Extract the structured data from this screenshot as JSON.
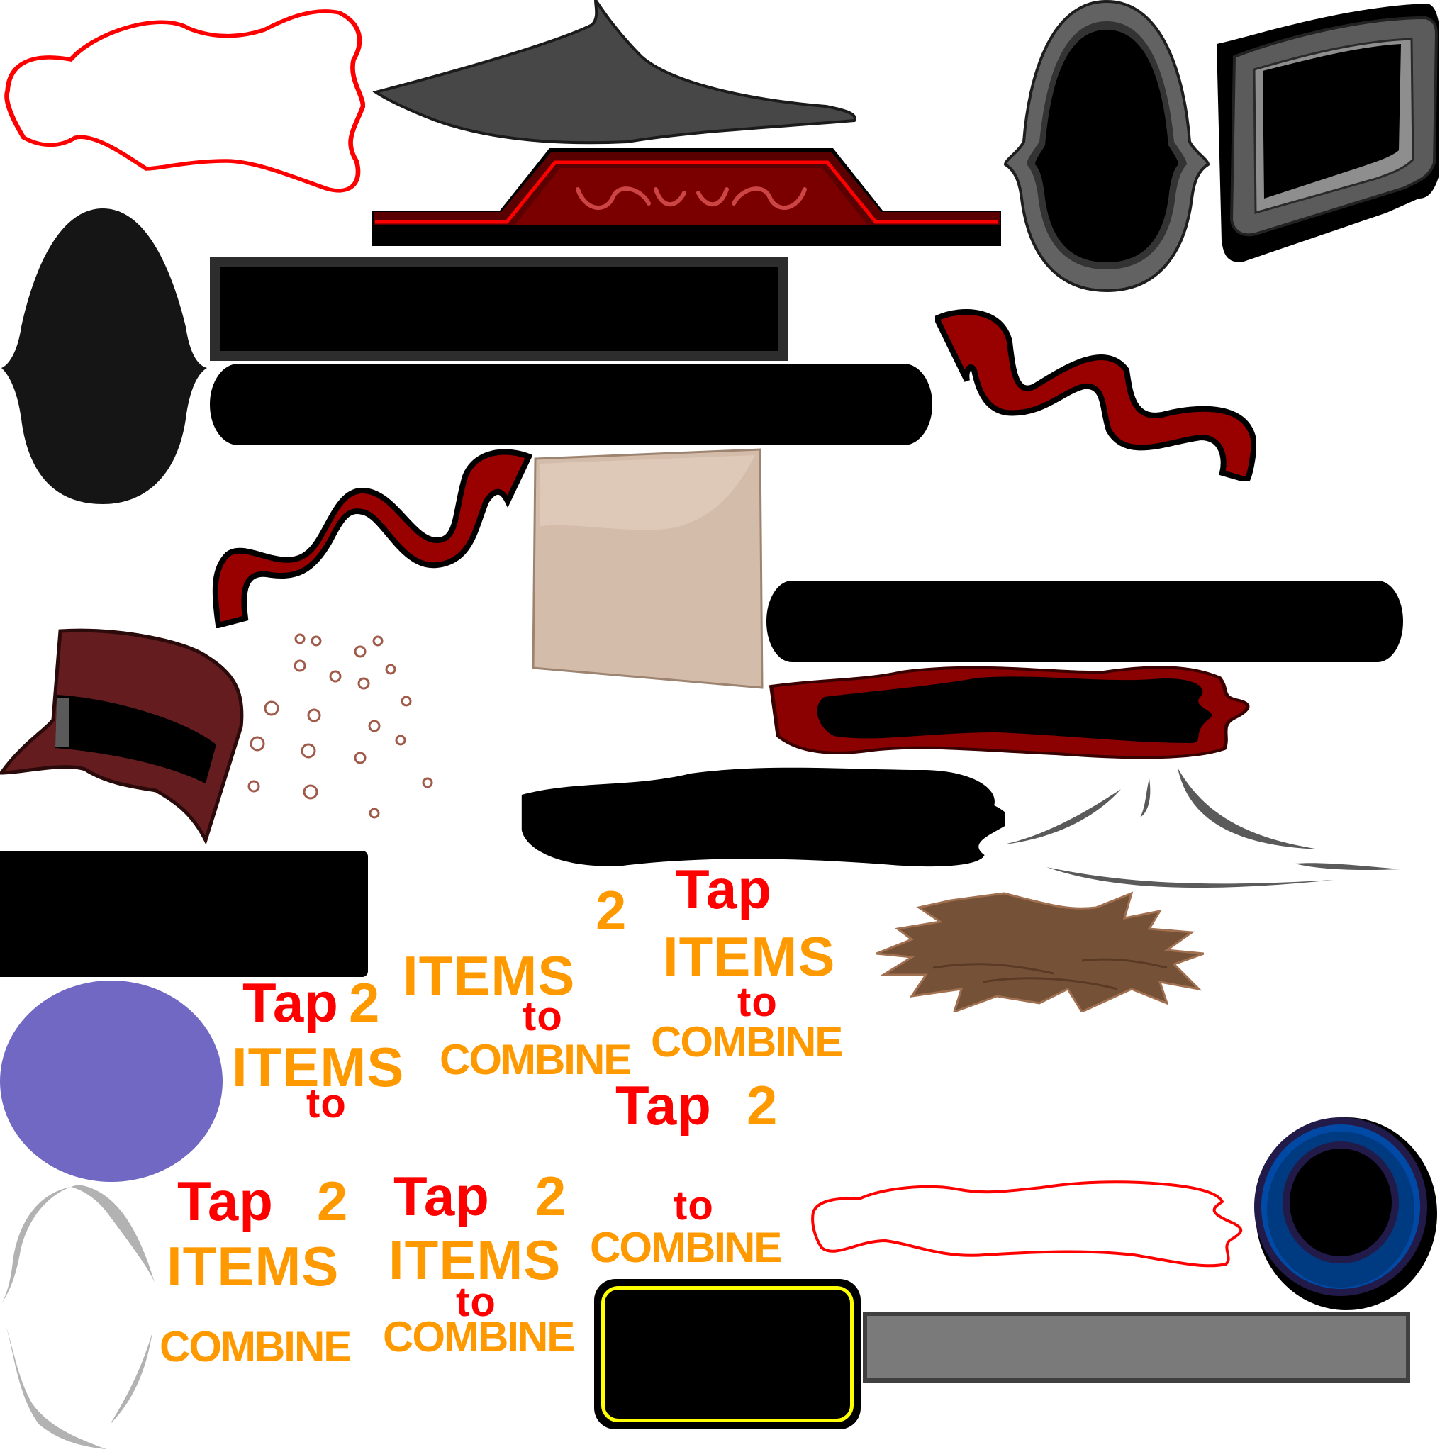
{
  "atlas": {
    "kind": "game sprite sheet",
    "background": "#ffffff"
  },
  "colors": {
    "tap_red": "#ff0000",
    "items_orange": "#ff9900",
    "frame_gray": "#5a5a5a",
    "frame_dark": "#2d2d2d",
    "ribbon_red": "#990000",
    "ribbon_dark": "#5a0000",
    "paper_tan": "#d4bcab",
    "hat_maroon": "#651c1e",
    "fur_brown": "#755237",
    "purple": "#7068c2",
    "ring_blue": "#004aa6",
    "ring_navy": "#221a48",
    "bar_gray": "#7a7a7a",
    "bar_border": "#404040",
    "yellow_border": "#ffff00"
  },
  "sprites": [
    {
      "name": "red-cloud-outline-large"
    },
    {
      "name": "gray-tent-canopy"
    },
    {
      "name": "red-ornate-banner"
    },
    {
      "name": "oval-gray-frame"
    },
    {
      "name": "rect-gray-tv-frame"
    },
    {
      "name": "black-shield-shape"
    },
    {
      "name": "dark-rect-panel"
    },
    {
      "name": "black-pill-bar"
    },
    {
      "name": "red-ribbon-right"
    },
    {
      "name": "red-ribbon-left"
    },
    {
      "name": "tan-paper-sheet"
    },
    {
      "name": "black-pill-bar-2"
    },
    {
      "name": "maroon-top-hat"
    },
    {
      "name": "brown-swirl-particles"
    },
    {
      "name": "red-black-blob-frame"
    },
    {
      "name": "black-blob"
    },
    {
      "name": "gray-motion-strokes"
    },
    {
      "name": "black-rect-panel"
    },
    {
      "name": "brown-fur-patch"
    },
    {
      "name": "purple-ellipse"
    },
    {
      "name": "white-gray-bubble"
    },
    {
      "name": "yellow-border-box"
    },
    {
      "name": "gray-bar"
    },
    {
      "name": "red-cloud-outline-small"
    },
    {
      "name": "blue-ring-portal"
    }
  ],
  "instructions": [
    {
      "tap": "Tap",
      "num": "2",
      "items": "ITEMS",
      "to": "to",
      "combine": ""
    },
    {
      "tap": "",
      "num": "2",
      "items": "ITEMS",
      "to": "to",
      "combine": "COMBINE"
    },
    {
      "tap": "Tap",
      "num": "",
      "items": "ITEMS",
      "to": "to",
      "combine": "COMBINE"
    },
    {
      "tap": "Tap",
      "num": "2",
      "items": "",
      "to": "",
      "combine": ""
    },
    {
      "tap": "Tap",
      "num": "2",
      "items": "ITEMS",
      "to": "",
      "combine": "COMBINE"
    },
    {
      "tap": "Tap",
      "num": "2",
      "items": "ITEMS",
      "to": "to",
      "combine": "COMBINE"
    },
    {
      "tap": "",
      "num": "",
      "items": "",
      "to": "to",
      "combine": "COMBINE"
    }
  ]
}
